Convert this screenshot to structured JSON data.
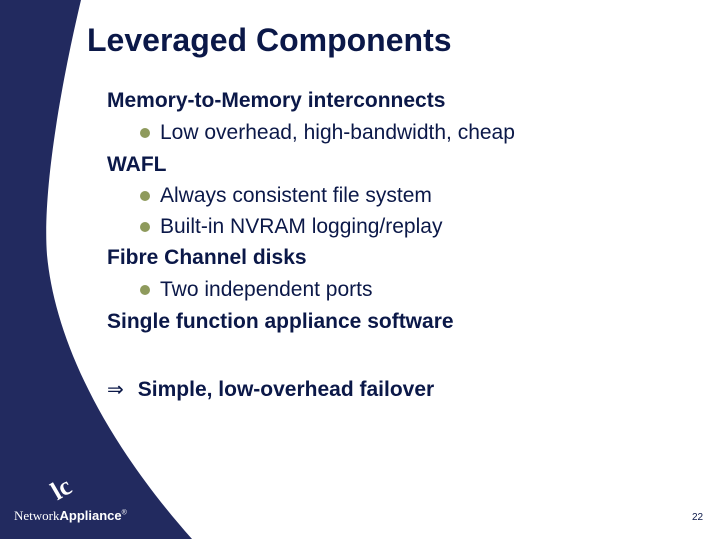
{
  "title": "Leveraged Components",
  "items": [
    {
      "label": "Memory-to-Memory interconnects",
      "bullets": [
        "Low overhead, high-bandwidth, cheap"
      ]
    },
    {
      "label": "WAFL",
      "bullets": [
        "Always consistent file system",
        "Built-in NVRAM logging/replay"
      ]
    },
    {
      "label": "Fibre Channel disks",
      "bullets": [
        "Two independent ports"
      ]
    },
    {
      "label": "Single function appliance software",
      "bullets": []
    }
  ],
  "conclusion": {
    "arrow": "⇒",
    "text": "Simple, low-overhead failover"
  },
  "logo": {
    "part1": "Network",
    "part2": "Appliance",
    "reg": "®",
    "mark": "lc"
  },
  "page_number": "22",
  "colors": {
    "navy": "#222a5f",
    "text": "#0b1848",
    "bullet": "#8e9a5c"
  }
}
